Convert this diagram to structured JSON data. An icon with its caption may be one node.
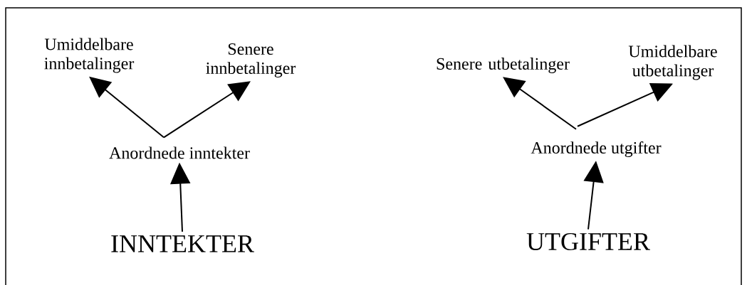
{
  "diagram": {
    "nodes": [
      {
        "text": [
          "INNTEKTER"
        ]
      },
      {
        "text": [
          "Anordnede inntekter"
        ]
      },
      {
        "text": [
          "Umiddelbare innbetalinger"
        ]
      },
      {
        "text": [
          "Senere innbetalinger"
        ]
      },
      {
        "text": [
          "UTGIFTER"
        ]
      },
      {
        "text": [
          "Anordnede utgifter"
        ]
      },
      {
        "text": [
          "Senere utbetalinger"
        ]
      },
      {
        "text": [
          "Umiddelbare utbetalinger"
        ]
      }
    ],
    "edges": [
      {
        "from": 0,
        "to": 1,
        "arrow": "to"
      },
      {
        "from": 1,
        "to": 2,
        "arrow": "to"
      },
      {
        "from": 1,
        "to": 3,
        "arrow": "to"
      },
      {
        "from": 4,
        "to": 5,
        "arrow": "to"
      },
      {
        "from": 5,
        "to": 6,
        "arrow": "to"
      },
      {
        "from": 5,
        "to": 7,
        "arrow": "to"
      }
    ]
  }
}
